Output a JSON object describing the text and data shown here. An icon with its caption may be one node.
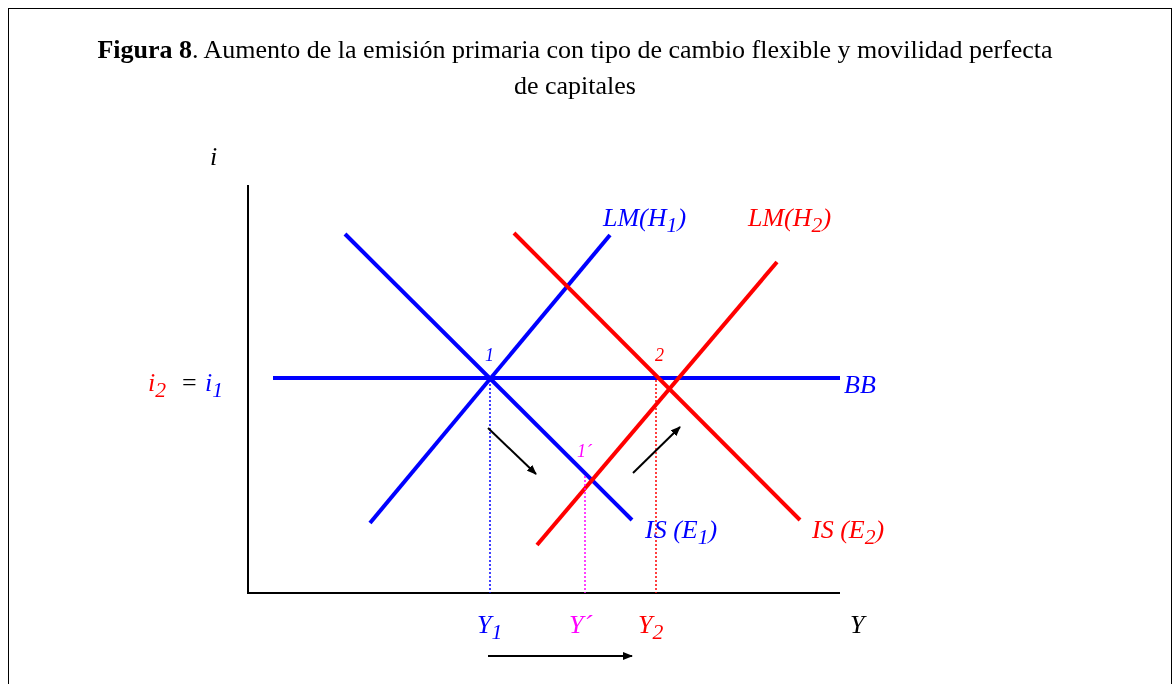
{
  "diagram": {
    "title": "**Figura 8**. Aumento de la emisión primaria con tipo de cambio flexible y movilidad perfecta de capitales",
    "labels": [
      "i",
      "LM(H$_{1}$)",
      "LM(H$_{2}$)",
      "1",
      "2",
      "i$_{2}$",
      "=",
      "i$_{1}$",
      "BB",
      "1´",
      "IS (E$_{1}$)",
      "IS (E$_{2}$)",
      "Y$_{1}$",
      "Y´",
      "Y$_{2}$",
      "Y"
    ]
  }
}
